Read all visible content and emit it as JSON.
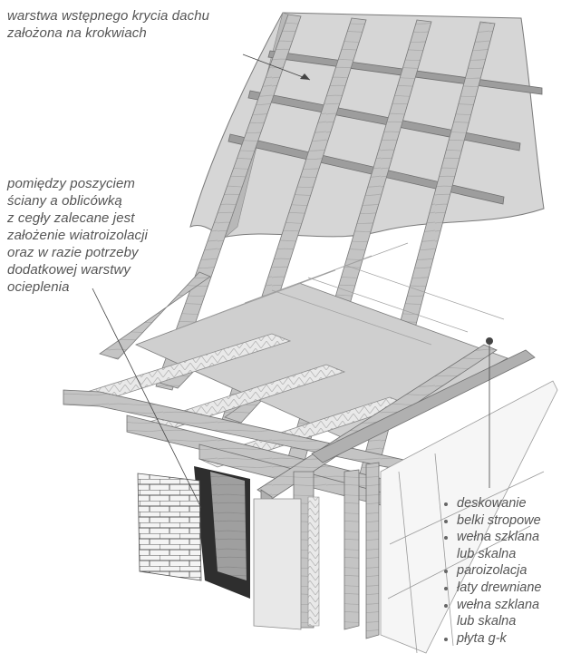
{
  "annotations": {
    "roof_underlay": "warstwa wstępnego krycia dachu\nzałożona na krokwiach",
    "wall_note": "pomiędzy poszyciem\nściany a oblicówką\nz cegły zalecane jest\nzałożenie wiatroizolacji\noraz w razie potrzeby\ndodatkowej warstwy\nocieplenia"
  },
  "legend": {
    "items": [
      {
        "text": "deskowanie",
        "bullet": true
      },
      {
        "text": "belki stropowe",
        "bullet": true
      },
      {
        "text": "wełna szklana",
        "bullet": true
      },
      {
        "text": "lub skalna",
        "bullet": false
      },
      {
        "text": "paroizolacja",
        "bullet": true
      },
      {
        "text": "łaty drewniane",
        "bullet": true
      },
      {
        "text": "wełna szklana",
        "bullet": true
      },
      {
        "text": "lub skalna",
        "bullet": false
      },
      {
        "text": "płyta g-k",
        "bullet": true
      }
    ]
  },
  "colors": {
    "timber": "#b9b9b9",
    "timber_dark": "#8e8e8e",
    "membrane": "#d9d9d9",
    "insulation": "#e6e6e6",
    "brick": "#f2f2f2",
    "text": "#555555"
  }
}
